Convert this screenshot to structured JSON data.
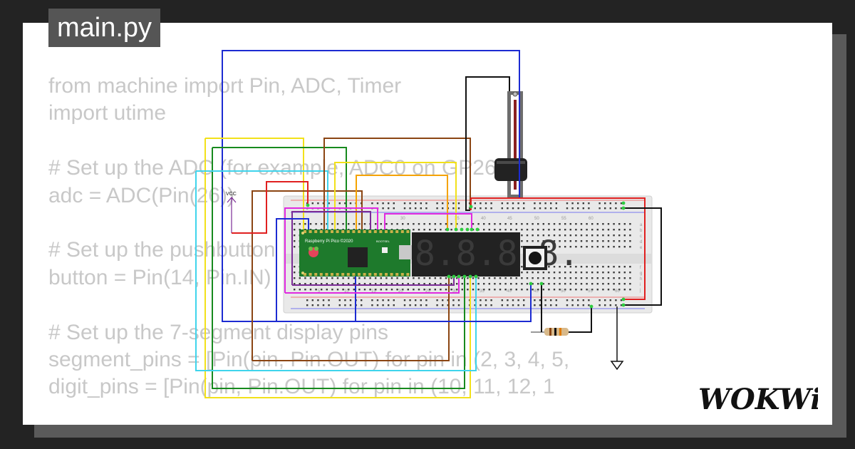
{
  "editor": {
    "filename": "main.py",
    "code_lines": [
      "from machine import Pin, ADC, Timer",
      "import utime",
      "",
      "# Set up the ADC (for example, ADC0 on GP26)",
      "adc = ADC(Pin(26))",
      "",
      "# Set up the pushbutton",
      "button = Pin(14, Pin.IN)",
      "",
      "# Set up the 7-segment display pins",
      "segment_pins = [Pin(pin, Pin.OUT) for pin in (2, 3, 4, 5,",
      "digit_pins = [Pin(pin, Pin.OUT) for pin in (10, 11, 12, 1"
    ]
  },
  "circuit": {
    "pico_label": "Raspberry Pi Pico ©2020",
    "bootsel_label": "BOOTSEL",
    "vcc_label": "VCC",
    "display_digits": "8.8.8.8.",
    "breadboard_cols_top": [
      "30",
      "35",
      "40",
      "45",
      "50",
      "55",
      "60"
    ],
    "breadboard_cols_bottom": [
      "5",
      "10",
      "15",
      "20",
      "25",
      "30",
      "35",
      "40",
      "45",
      "50",
      "55",
      "60"
    ],
    "breadboard_rows_right_top": [
      "a",
      "b",
      "c",
      "d",
      "e"
    ],
    "breadboard_rows_right_bottom": [
      "f",
      "g",
      "h",
      "i",
      "j"
    ],
    "wire_colors": {
      "blue": "#1c2bd2",
      "yellow": "#f2e11a",
      "green": "#178a1e",
      "cyan": "#3fd4ec",
      "brown": "#8b4513",
      "magenta": "#e02ae0",
      "red": "#e02020",
      "black": "#111111",
      "purple": "#7b2b96",
      "orange": "#f5a300"
    }
  },
  "brand": {
    "logo_text": "WOKWi"
  }
}
